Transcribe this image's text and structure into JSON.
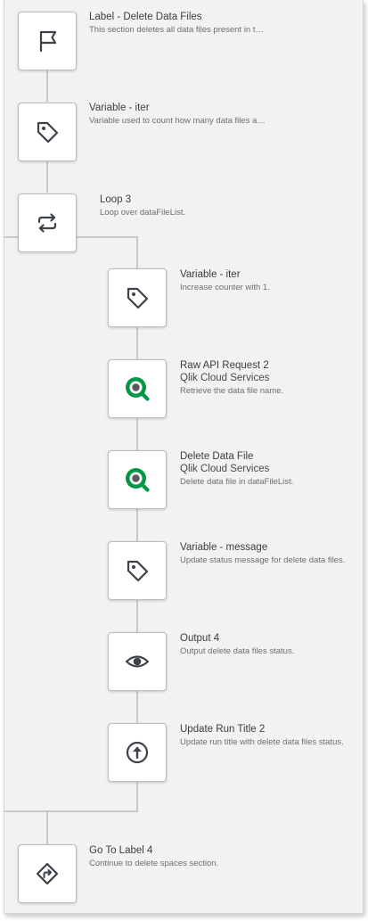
{
  "blocks": [
    {
      "title": "Label - Delete Data Files",
      "description": "This section deletes all data files present in the selected s…",
      "icon": "flag-icon"
    },
    {
      "title": "Variable - iter",
      "description": "Variable used to count how many data files are deleted.",
      "icon": "tag-icon"
    },
    {
      "title": "Loop 3",
      "description": "Loop over dataFileList.",
      "icon": "loop-icon"
    },
    {
      "title": "Variable - iter",
      "description": "Increase counter with 1.",
      "icon": "tag-icon"
    },
    {
      "title": "Raw API Request 2",
      "connector": "Qlik Cloud Services",
      "description": "Retrieve the data file name.",
      "icon": "qlik-icon"
    },
    {
      "title": "Delete Data File",
      "connector": "Qlik Cloud Services",
      "description": "Delete data file in dataFileList.",
      "icon": "qlik-icon"
    },
    {
      "title": "Variable - message",
      "description": "Update status message for delete data files.",
      "icon": "tag-icon"
    },
    {
      "title": "Output 4",
      "description": "Output delete data files status.",
      "icon": "eye-icon"
    },
    {
      "title": "Update Run Title 2",
      "description": "Update run title with delete data files status.",
      "icon": "arrow-up-circle-icon"
    },
    {
      "title": "Go To Label 4",
      "description": "Continue to delete spaces section.",
      "icon": "goto-icon"
    }
  ],
  "colors": {
    "qlik_green": "#009845",
    "icon_dark": "#3c4248",
    "connector_line": "#c8c8c8"
  }
}
